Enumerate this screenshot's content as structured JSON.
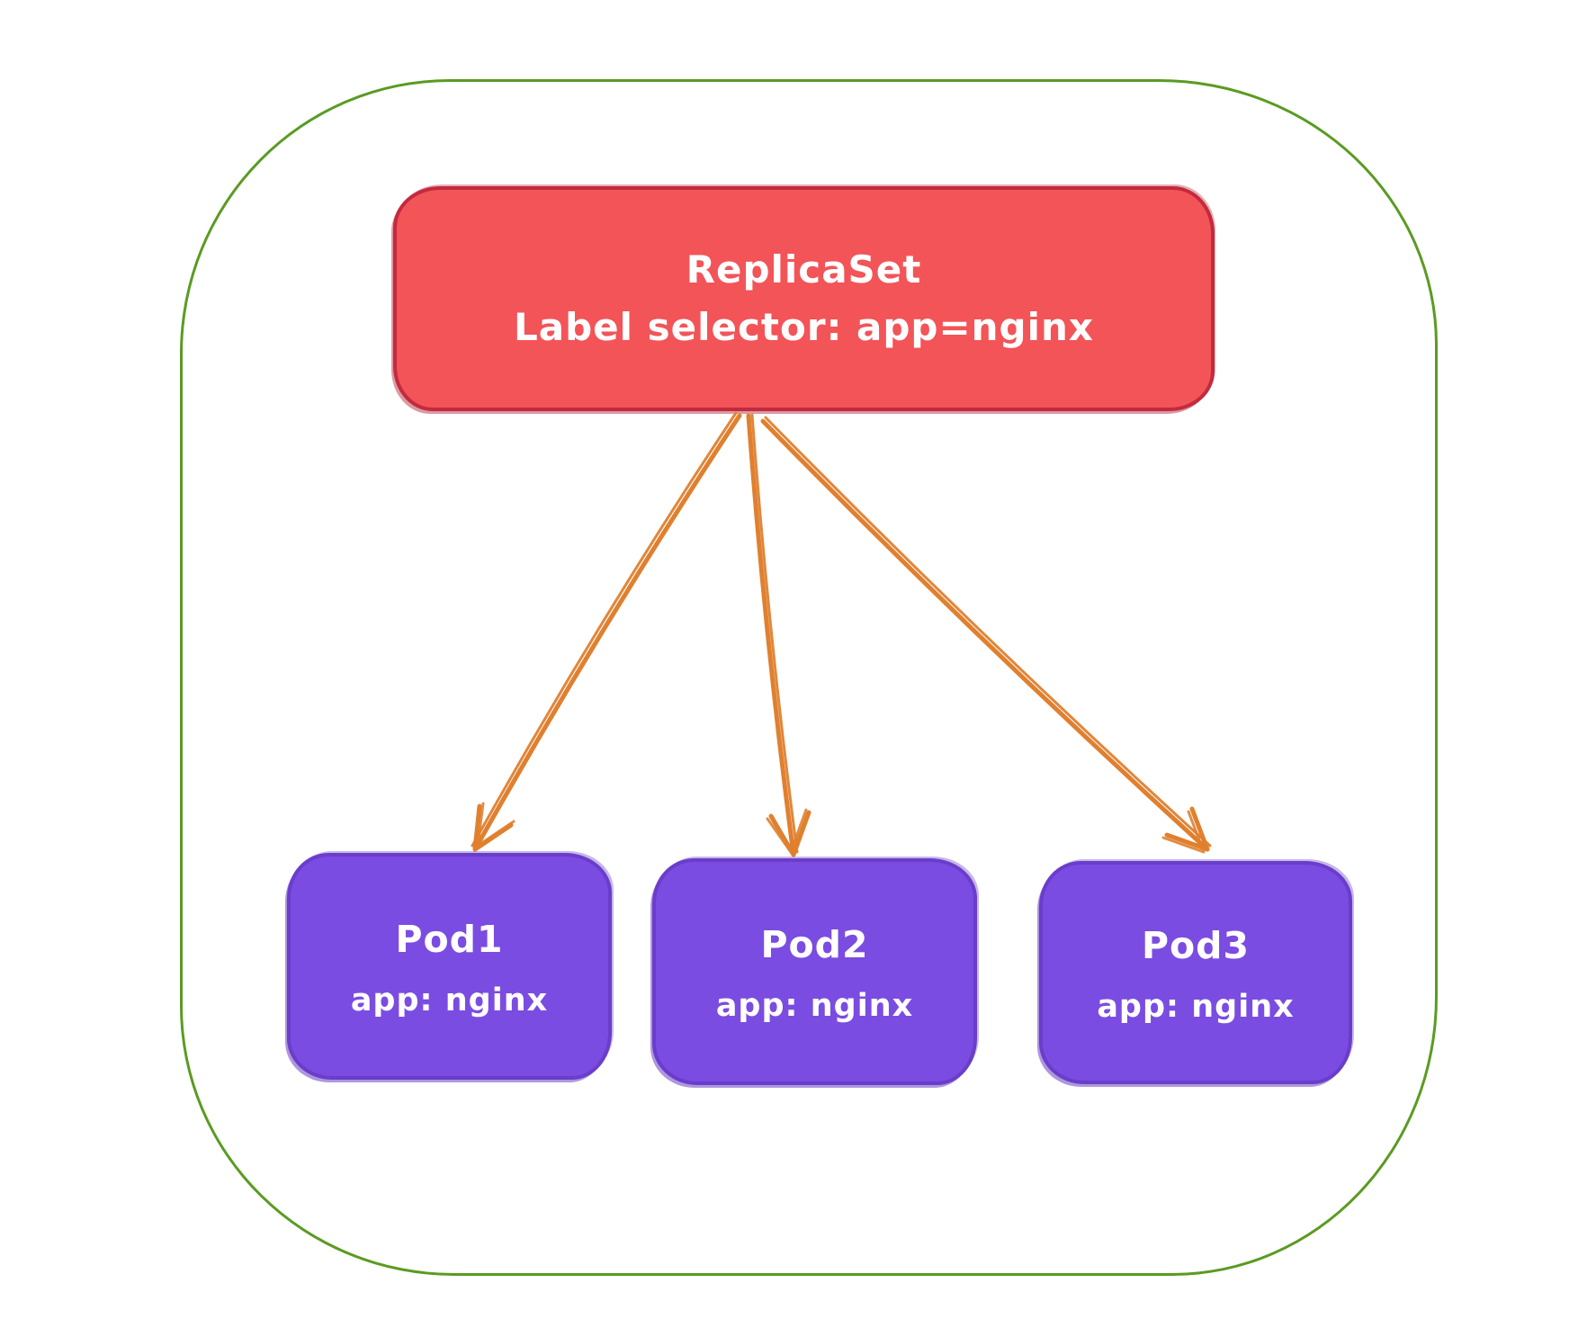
{
  "colors": {
    "canvas-bg": "#ffffff",
    "cluster-border": "#5a9b22",
    "replicaset-fill": "#f25458",
    "replicaset-border": "#c22b3e",
    "pod-fill": "#7b4ce1",
    "pod-border": "#6a3dcb",
    "arrow": "#e0802f",
    "node-text": "#ffffff"
  },
  "diagram": {
    "type": "flowchart",
    "replicaset": {
      "title": "ReplicaSet",
      "subtitle": "Label selector: app=nginx"
    },
    "pods": [
      {
        "title": "Pod1",
        "label": "app: nginx"
      },
      {
        "title": "Pod2",
        "label": "app: nginx"
      },
      {
        "title": "Pod3",
        "label": "app: nginx"
      }
    ],
    "edges": [
      {
        "from": "ReplicaSet",
        "to": "Pod1"
      },
      {
        "from": "ReplicaSet",
        "to": "Pod2"
      },
      {
        "from": "ReplicaSet",
        "to": "Pod3"
      }
    ]
  }
}
